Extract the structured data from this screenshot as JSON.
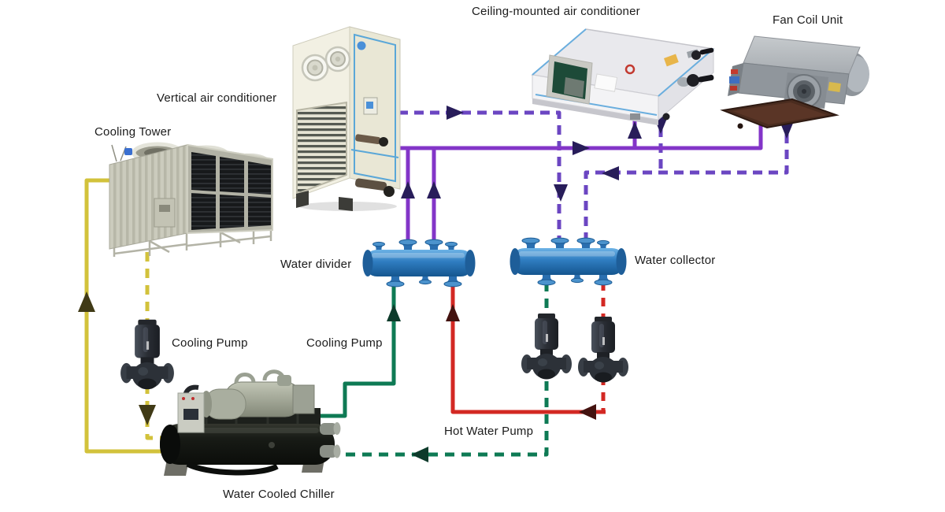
{
  "diagram": {
    "type": "hvac-chilled-water-system-diagram",
    "labels": {
      "cooling_tower": "Cooling Tower",
      "vertical_ac": "Vertical air conditioner",
      "ceiling_ac": "Ceiling-mounted air conditioner",
      "fan_coil": "Fan Coil Unit",
      "water_divider": "Water divider",
      "water_collector": "Water collector",
      "cooling_pump_tower": "Cooling Pump",
      "cooling_pump_chilled": "Cooling Pump",
      "hot_water_pump": "Hot Water Pump",
      "chiller": "Water Cooled Chiller"
    },
    "colors": {
      "pipe-yellow": "#d2c23b",
      "pipe-yellow-arrow": "#403a16",
      "pipe-green": "#0e7a54",
      "pipe-green-arrow": "#0d3b2b",
      "pipe-red": "#d32823",
      "pipe-red-arrow": "#43120f",
      "pipe-purple": "#8335c8",
      "pipe-purple-dashed": "#6b46c2",
      "pipe-purple-arrow": "#281d5a",
      "vessel-blue": "#2f7cc0",
      "label-text": "#1b1b1b"
    }
  }
}
